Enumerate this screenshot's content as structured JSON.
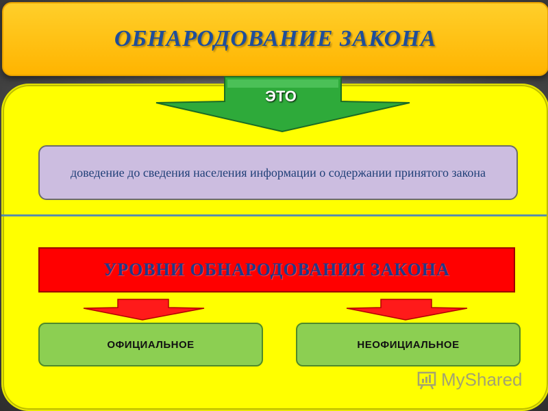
{
  "title": "ОБНАРОДОВАНИЕ ЗАКОНА",
  "connector": "ЭТО",
  "definition": "доведение до сведения населения информации о содержании принятого закона",
  "levels_heading": "УРОВНИ ОБНАРОДОВАНИЯ ЗАКОНА",
  "levels": [
    {
      "label": "ОФИЦИАЛЬНОЕ"
    },
    {
      "label": "НЕОФИЦИАЛЬНОЕ"
    }
  ],
  "watermark": "MyShared",
  "colors": {
    "title_bg": "#ffbf00",
    "panel_bg": "#ffff00",
    "down_arrow": "#2eaa3a",
    "definition_bg": "#ccbde0",
    "levels_bg": "#ff0000",
    "level_arrow": "#ff1a1a",
    "level_box_bg": "#8ccf52"
  }
}
